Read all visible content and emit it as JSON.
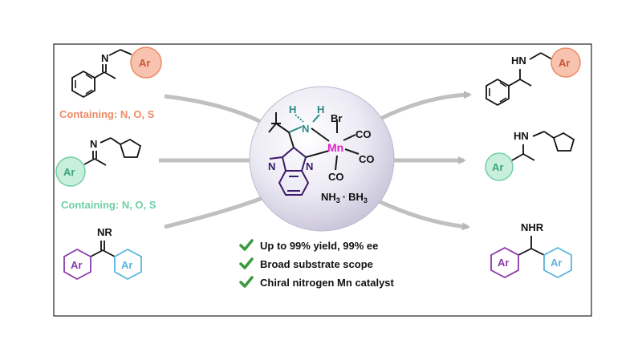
{
  "colors": {
    "orange": "#ef8a65",
    "orange_fill": "#f7c3ae",
    "teal": "#6fcfa8",
    "teal_fill": "#c8eedc",
    "purple": "#8a3aa8",
    "blue": "#5ab4dd",
    "magenta": "#e020c8",
    "nitrogen_teal": "#2a8a86",
    "check_green": "#3a9a3a",
    "arrow_gray": "#b8b8b8"
  },
  "reactants": {
    "r1": {
      "atom_N": "N",
      "ring_label": "Ar"
    },
    "r2": {
      "atom_N": "N",
      "ring_label": "Ar"
    },
    "r3": {
      "group": "NR",
      "ring1_label": "Ar",
      "ring2_label": "Ar"
    }
  },
  "containing_1": "Containing: N, O, S",
  "containing_2": "Containing: N, O, S",
  "catalyst": {
    "h1": "H",
    "h2": "H",
    "n_amine": "N",
    "br": "Br",
    "mn": "Mn",
    "co1": "CO",
    "co2": "CO",
    "co3": "CO",
    "n1": "N",
    "n2": "N",
    "reagent_a": "NH",
    "reagent_sub": "3",
    "reagent_dot": "·",
    "reagent_b": "BH",
    "reagent_b_sub": "3"
  },
  "products": {
    "p1": {
      "group": "HN",
      "ring_label": "Ar"
    },
    "p2": {
      "group": "HN",
      "ring_label": "Ar"
    },
    "p3": {
      "group": "NHR",
      "ring1_label": "Ar",
      "ring2_label": "Ar"
    }
  },
  "bullets": [
    {
      "icon": "check-icon",
      "text": "Up to 99% yield, 99% ee"
    },
    {
      "icon": "check-icon",
      "text": "Broad substrate scope"
    },
    {
      "icon": "check-icon",
      "text": "Chiral nitrogen Mn catalyst"
    }
  ]
}
